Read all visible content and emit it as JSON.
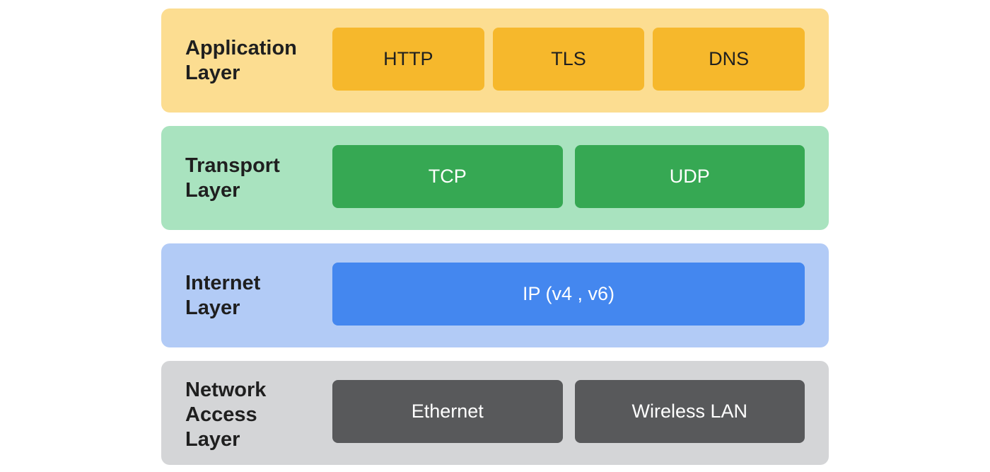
{
  "layers": [
    {
      "name_lines": [
        "Application",
        "Layer"
      ],
      "protocols": [
        "HTTP",
        "TLS",
        "DNS"
      ],
      "colors": {
        "panel": "#fcdd91",
        "box": "#f6b82c",
        "text": "#1f1f1f"
      }
    },
    {
      "name_lines": [
        "Transport",
        "Layer"
      ],
      "protocols": [
        "TCP",
        "UDP"
      ],
      "colors": {
        "panel": "#a9e3bf",
        "box": "#36a853",
        "text": "#ffffff"
      }
    },
    {
      "name_lines": [
        "Internet",
        "Layer"
      ],
      "protocols": [
        "IP (v4 , v6)"
      ],
      "colors": {
        "panel": "#b2cbf6",
        "box": "#4487ef",
        "text": "#ffffff"
      }
    },
    {
      "name_lines": [
        "Network",
        "Access",
        "Layer"
      ],
      "protocols": [
        "Ethernet",
        "Wireless LAN"
      ],
      "colors": {
        "panel": "#d4d5d7",
        "box": "#58595b",
        "text": "#ffffff"
      }
    }
  ]
}
